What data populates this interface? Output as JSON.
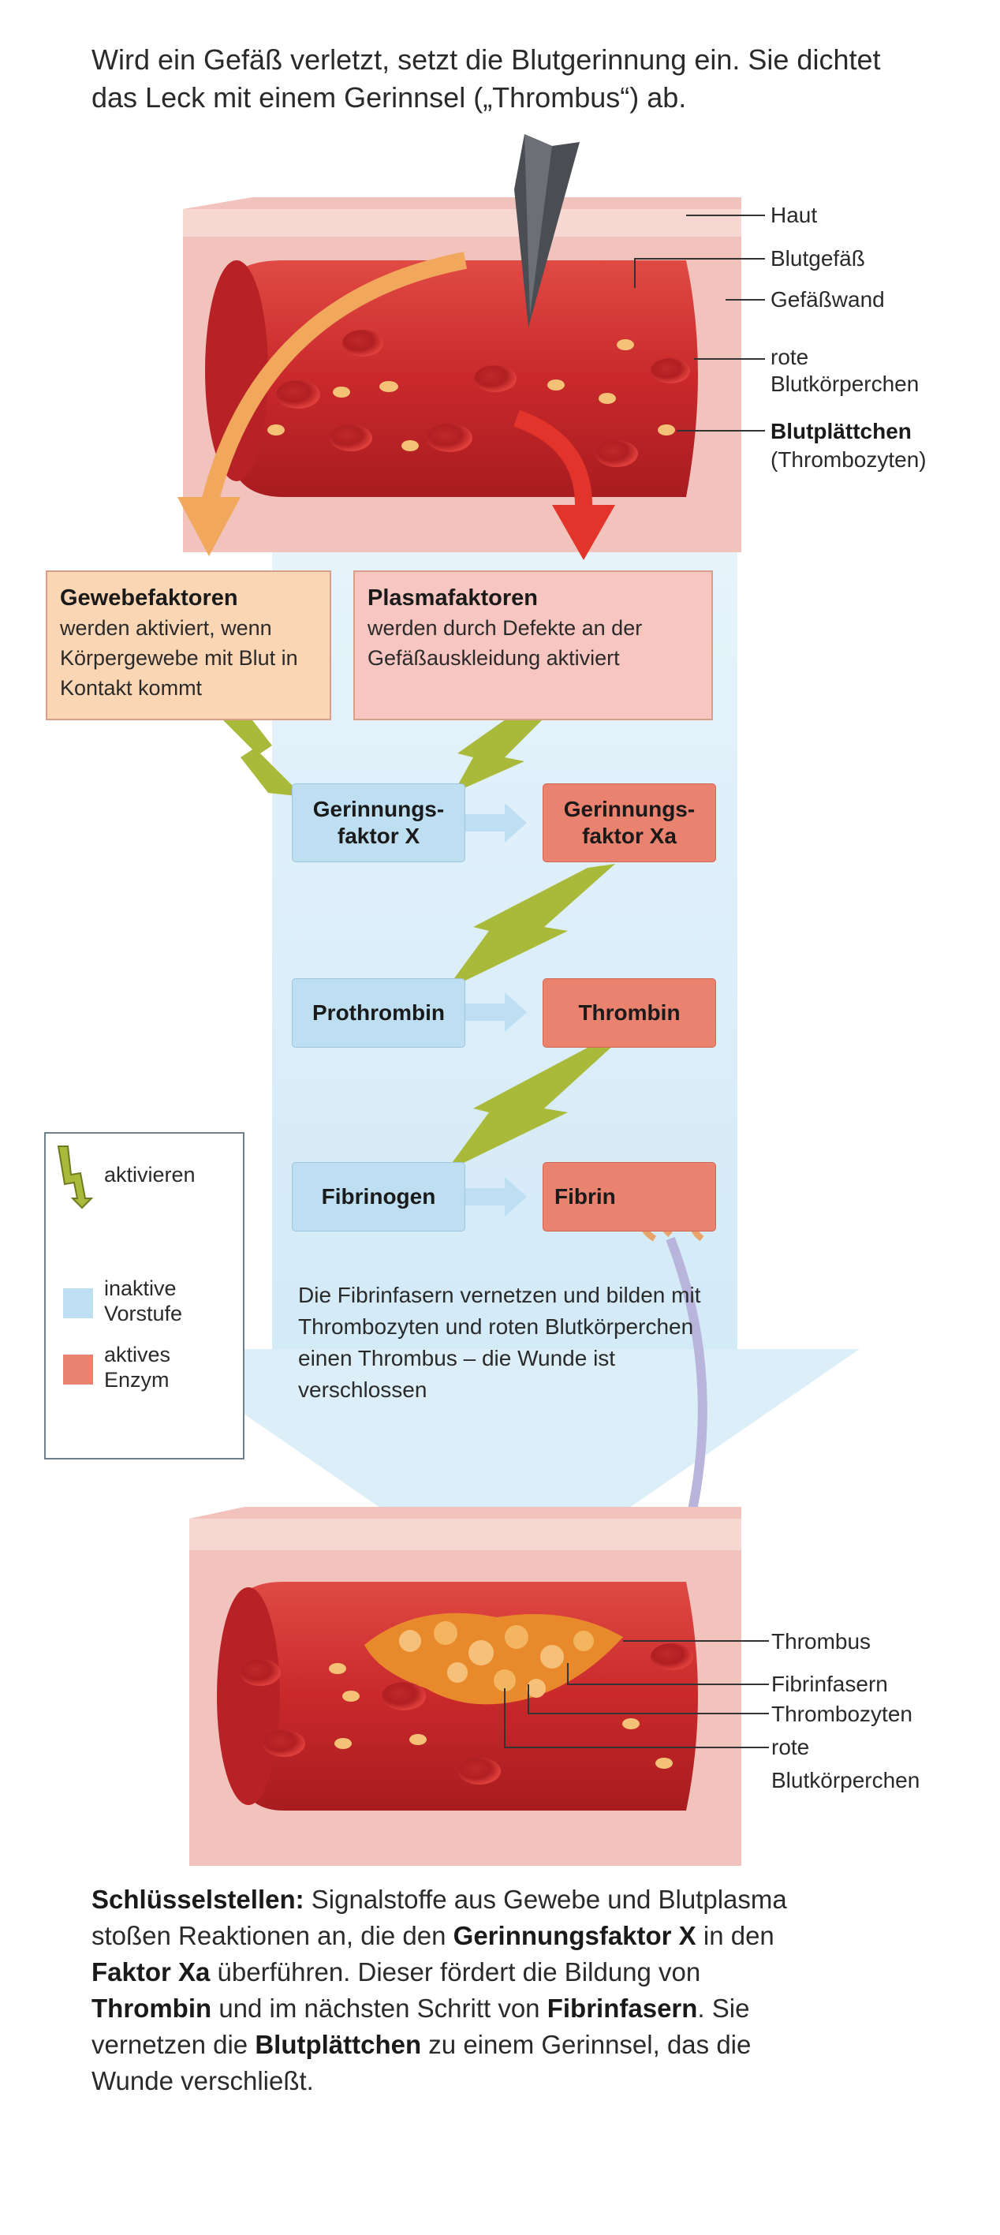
{
  "intro": "Wird ein Gefäß verletzt, setzt die Blutgerinnung ein. Sie dichtet das Leck mit einem Gerinnsel („Thrombus“) ab.",
  "top_labels": {
    "skin": "Haut",
    "vessel": "Blutgefäß",
    "vessel_wall": "Gefäßwand",
    "rbc_line1": "rote",
    "rbc_line2": "Blutkörperchen",
    "platelets": "Blutplättchen",
    "platelets_sub": "(Thrombozyten)"
  },
  "tissue_box": {
    "title": "Gewebefaktoren",
    "text": "werden aktiviert, wenn Körpergewebe mit Blut in Kontakt kommt"
  },
  "plasma_box": {
    "title": "Plasmafaktoren",
    "text": "werden durch Defekte an der Gefäßauskleidung aktiviert"
  },
  "cascade": {
    "factor_x": "Gerinnungs- faktor X",
    "factor_xa": "Gerinnungs- faktor Xa",
    "prothrombin": "Prothrombin",
    "thrombin": "Thrombin",
    "fibrinogen": "Fibrinogen",
    "fibrin": "Fibrin"
  },
  "legend": {
    "activate": "aktivieren",
    "inactive_line1": "inaktive",
    "inactive_line2": "Vorstufe",
    "active_line1": "aktives",
    "active_line2": "Enzym"
  },
  "fibrin_text": "Die Fibrinfasern vernetzen und bilden mit Thrombozyten und roten Blutkörperchen einen Thrombus – die Wunde ist verschlossen",
  "bottom_labels": {
    "thrombus": "Thrombus",
    "fibrin_fibers": "Fibrinfasern",
    "thrombocytes": "Thrombozyten",
    "rbc_line1": "rote",
    "rbc_line2": "Blutkörperchen"
  },
  "summary": {
    "lead": "Schlüsselstellen:",
    "t1": " Signalstoffe aus Gewebe und Blutplasma stoßen Reaktionen an, die den ",
    "b1": "Gerinnungsfaktor X",
    "t2": " in den ",
    "b2": "Faktor Xa",
    "t3": " überführen. Dieser fördert die Bildung von ",
    "b3": "Thrombin",
    "t4": " und im nächsten Schritt von ",
    "b4": "Fibrinfasern",
    "t5": ". Sie vernetzen die ",
    "b5": "Blutplättchen",
    "t6": " zu einem Gerinnsel, das die Wunde verschließt."
  },
  "colors": {
    "inactive": "#bedff2",
    "active": "#ea8270",
    "tissue_box": "#fbd6b4",
    "plasma_box": "#f8c6c0",
    "activation_arrow": "#a9ba3a",
    "vessel": "#c92c2e",
    "skin": "#f2c2bc"
  }
}
